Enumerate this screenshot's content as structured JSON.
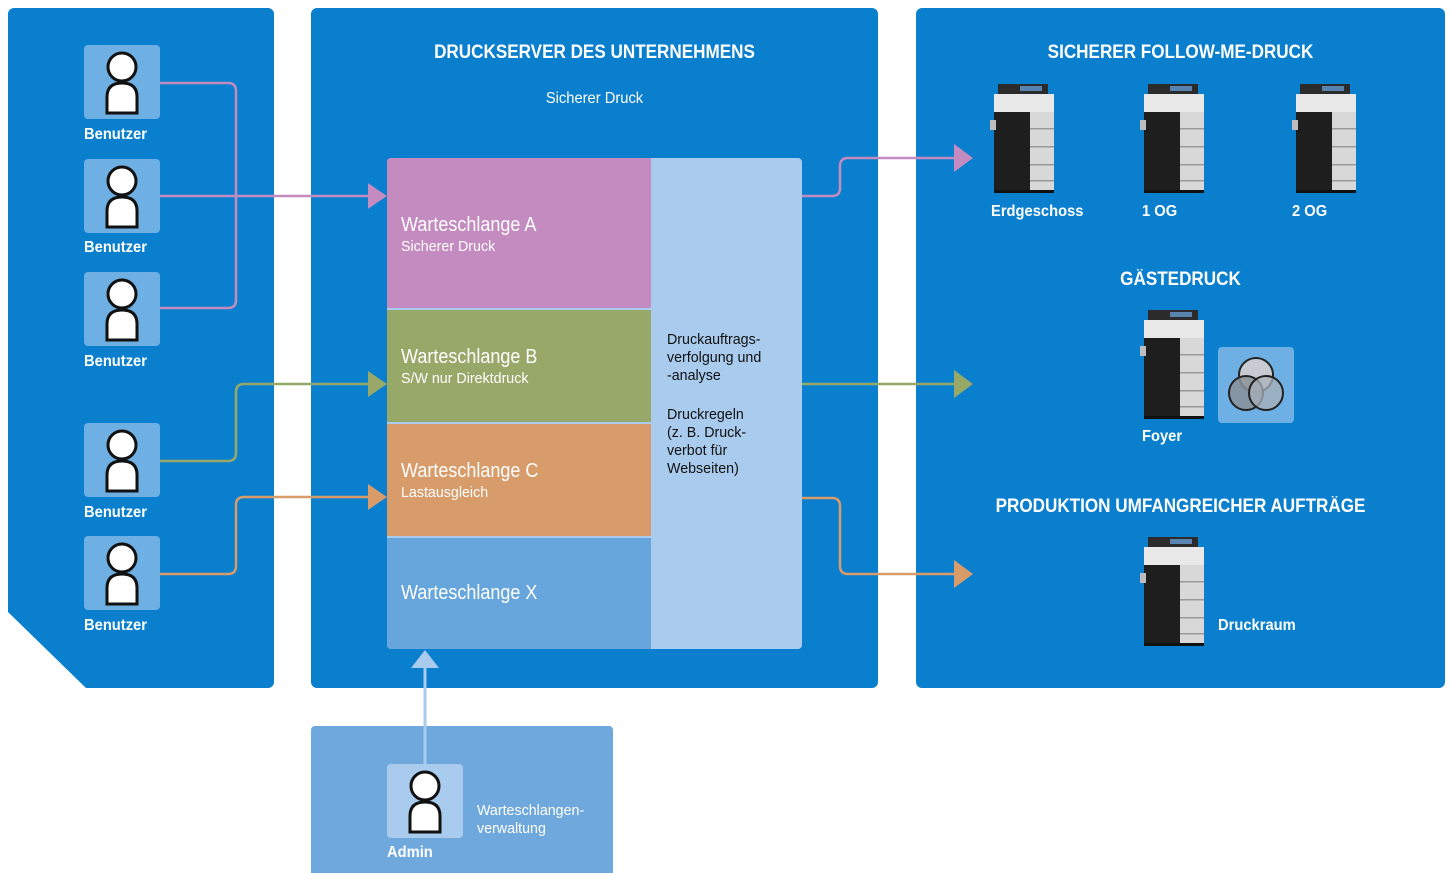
{
  "users": {
    "labels": [
      "Benutzer",
      "Benutzer",
      "Benutzer",
      "Benutzer",
      "Benutzer"
    ]
  },
  "server": {
    "title": "DRUCKSERVER DES UNTERNEHMENS",
    "subtitle": "Sicherer Druck",
    "queues": [
      {
        "name": "Warteschlange A",
        "sub": "Sicherer Druck",
        "color": "#c38bc0"
      },
      {
        "name": "Warteschlange B",
        "sub": "S/W nur Direktdruck",
        "color": "#97a868"
      },
      {
        "name": "Warteschlange C",
        "sub": "Lastausgleich",
        "color": "#d89b6a"
      },
      {
        "name": "Warteschlange X",
        "sub": "",
        "color": "#67a6dc"
      }
    ],
    "tracking": [
      "Druckauftrags-",
      "verfolgung und",
      "-analyse"
    ],
    "rules": [
      "Druckregeln",
      "(z. B. Druck-",
      "verbot für",
      "Webseiten)"
    ]
  },
  "admin": {
    "label": "Admin",
    "desc": [
      "Warteschlangen-",
      "verwaltung"
    ]
  },
  "right": {
    "follow_title": "SICHERER FOLLOW-ME-DRUCK",
    "floors": [
      "Erdgeschoss",
      "1 OG",
      "2 OG"
    ],
    "guest_title": "GÄSTEDRUCK",
    "guest_label": "Foyer",
    "prod_title": "PRODUKTION UMFANGREICHER AUFTRÄGE",
    "prod_label": "Druckraum"
  },
  "colors": {
    "panel": "#0a7fcd",
    "light_panel": "#a9cbed",
    "admin_panel": "#6fa8dc",
    "arrow_purple": "#c38bc0",
    "arrow_green": "#97a868",
    "arrow_orange": "#d89b6a",
    "arrow_blue": "#a9cbed"
  }
}
